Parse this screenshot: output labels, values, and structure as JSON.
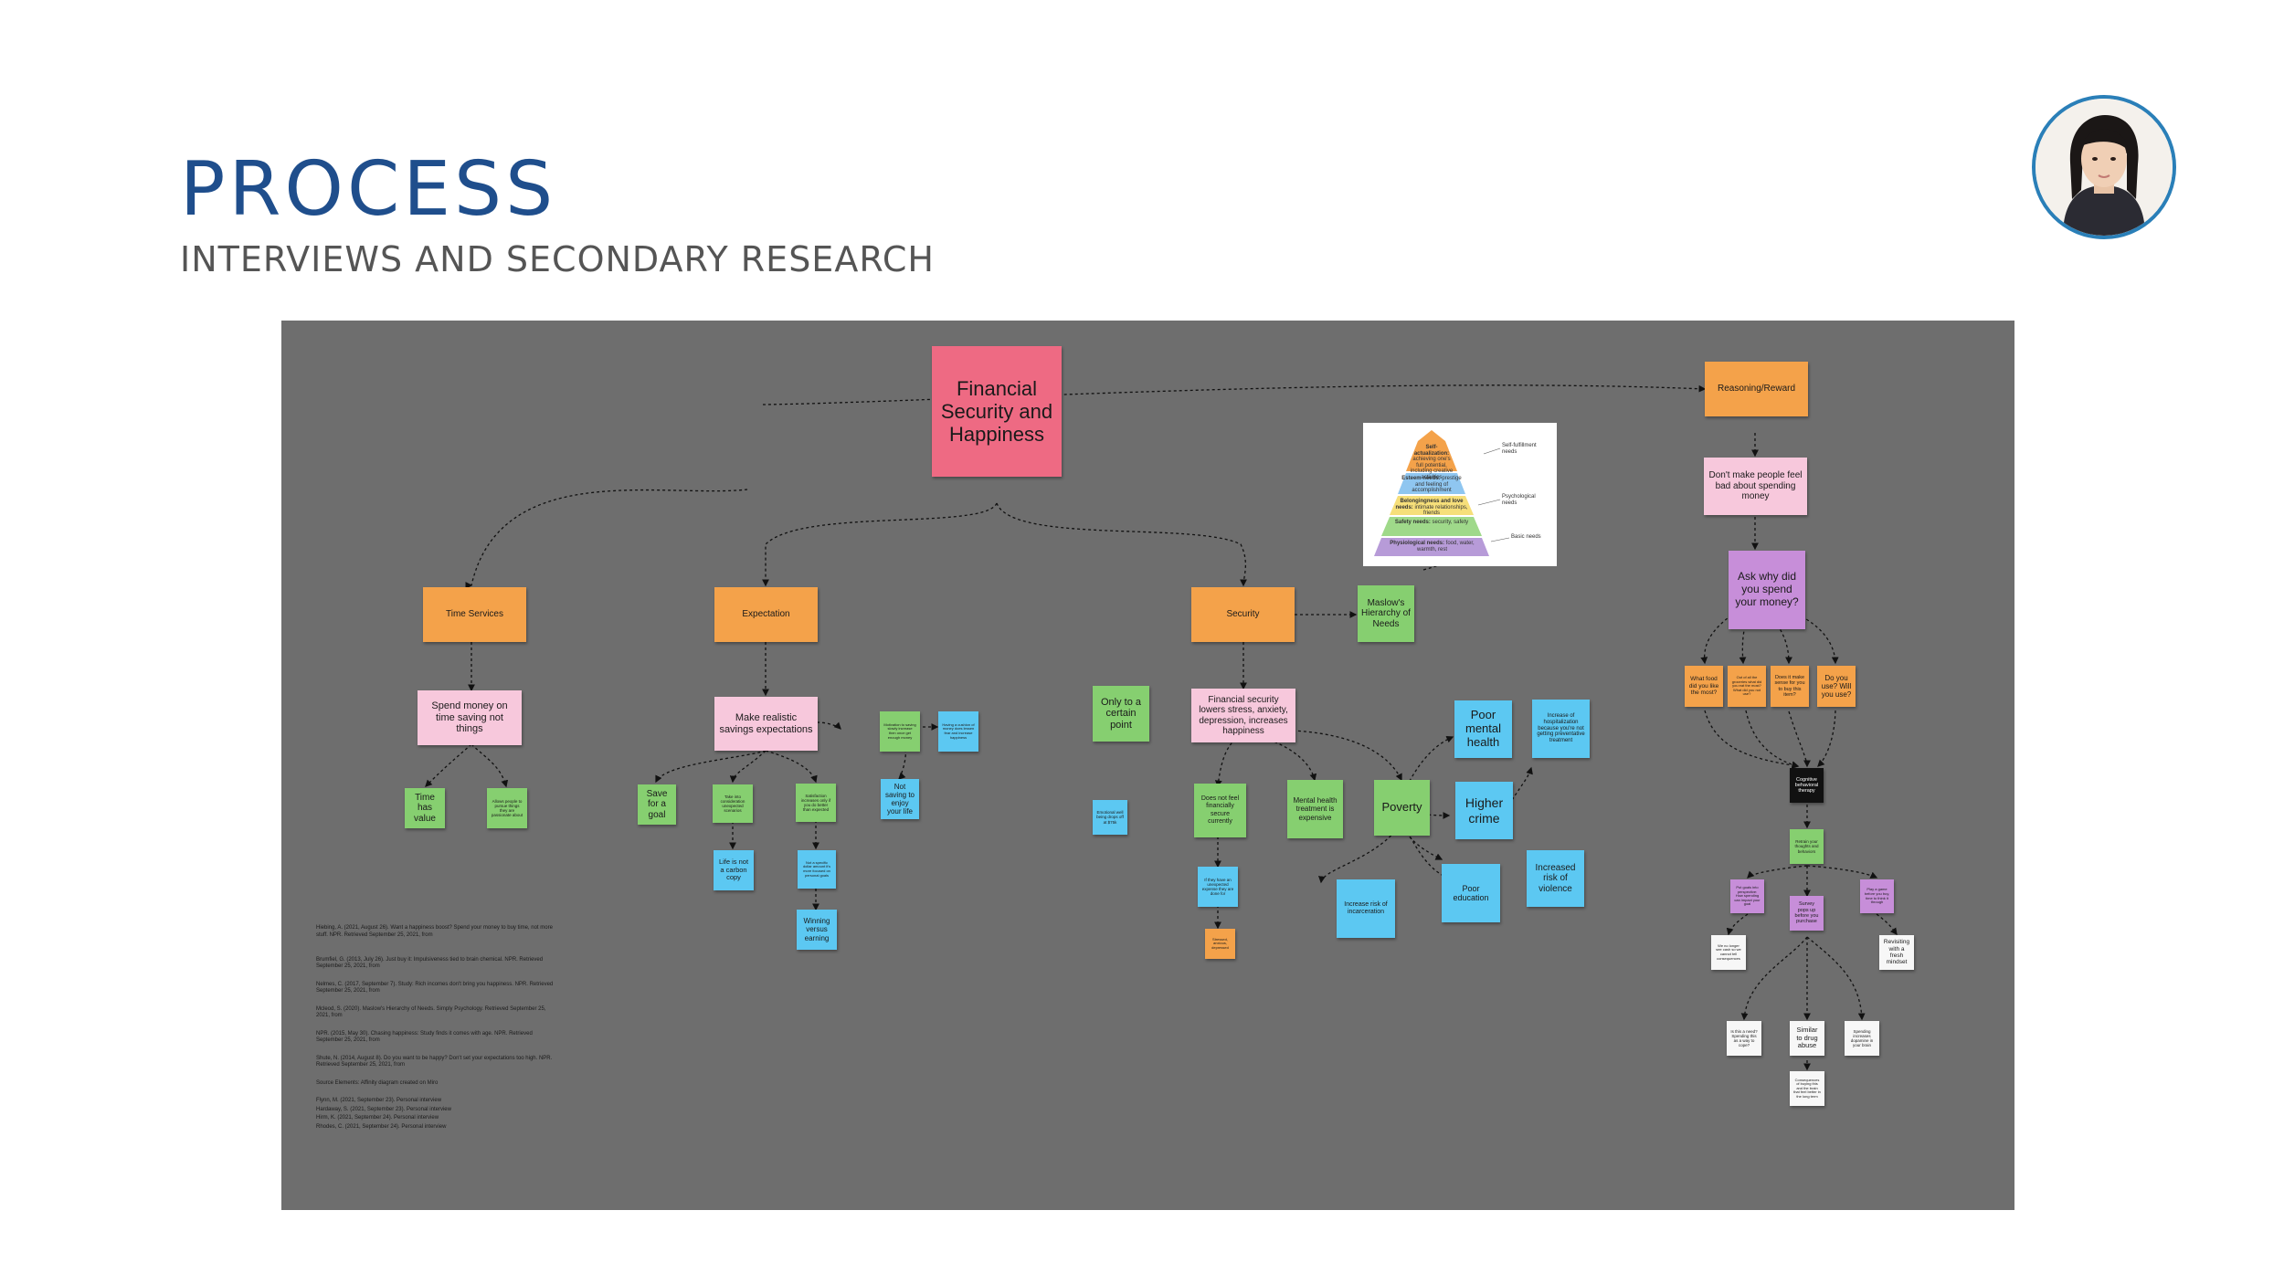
{
  "page": {
    "title": "PROCESS",
    "subtitle": "INTERVIEWS AND SECONDARY RESEARCH"
  },
  "colors": {
    "title": "#1f4e8c",
    "board": "#6e6e6e",
    "orange": "#f4a24a",
    "pink": "#f7c8dc",
    "green": "#86cf70",
    "blue": "#5cc8f2",
    "purple": "#c78ed9",
    "red": "#ee6a83"
  },
  "notes": {
    "central": "Financial Security and Happiness",
    "time_services": "Time Services",
    "expectation": "Expectation",
    "security": "Security",
    "reasoning": "Reasoning/Reward",
    "spend_time": "Spend money on time saving not things",
    "time_value": "Time has value",
    "allows_people": "Allows people to pursue things they are passionate about",
    "make_realistic": "Make realistic savings expectations",
    "motivation": "Motivation to saving slowly increase then once get enough money",
    "having_cushion": "Having a cushion of money does lessen fear and increase happiness",
    "save_goal": "Save for a goal",
    "take_consideration": "Take into consideration unexpected scenarios",
    "satisfaction": "Satisfaction increases only if you do better than expected",
    "not_saving": "Not saving to enjoy your life",
    "life_carbon": "Life is not a carbon copy",
    "not_specific": "Not a specific dollar amount it's more focused on personal goals",
    "winning_earning": "Winning versus earning",
    "only_certain": "Only to a certain point",
    "emotional": "Emotional well being drops off at $75k",
    "fin_security_lowers": "Financial security lowers stress, anxiety, depression, increases happiness",
    "maslow": "Maslow's Hierarchy of Needs",
    "does_not_feel": "Does not feel financially secure currently",
    "mental_treatment": "Mental health treatment is expensive",
    "poverty": "Poverty",
    "poor_mental": "Poor mental health",
    "increase_hosp": "Increase of hospitalization because you're not getting preventative treatment",
    "higher_crime": "Higher crime",
    "if_they_have": "If they have an unexpected expense they are done for",
    "stressed": "Stressed, anxious, depressed",
    "increase_incarceration": "Increase risk of incarceration",
    "poor_education": "Poor education",
    "increased_violence": "Increased risk of violence",
    "dont_make": "Don't make people feel bad about spending money",
    "ask_why": "Ask why did you spend your money?",
    "what_food": "What food did you like the most?",
    "out_of_all": "Out of all the groceries what did you eat the most? What did you not use?",
    "does_it_make": "Does it make sense for you to buy this item?",
    "do_you_use": "Do you use? Will you use?",
    "cbt": "Cognitive behavioral therapy",
    "retrain": "Retrain your thoughts and behaviors",
    "put_goals": "Put goals into perspective: How spending can impact your goal",
    "survey": "Survey pops up before you purchase",
    "play_game": "Play a game before you buy, time to think it through",
    "we_no_longer": "We no longer see cash so we cannot tell consequences",
    "revisiting": "Revisiting with a fresh mindset",
    "is_this_need": "Is this a need? Spending this as a way to cope?",
    "similar_drug": "Similar to drug abuse",
    "spending_dopamine": "Spending increases dopamine in your brain",
    "consequences": "Consequences of buying this and the brain that feel better in the long term"
  },
  "pyramid": {
    "levels": [
      {
        "name": "Self-actualization:",
        "desc": "achieving one's full potential, including creative activities",
        "color": "#f4a24a"
      },
      {
        "name": "Esteem needs:",
        "desc": "prestige and feeling of accomplishment",
        "color": "#8fc6f0"
      },
      {
        "name": "Belongingness and love needs:",
        "desc": "intimate relationships, friends",
        "color": "#f6df7a"
      },
      {
        "name": "Safety needs:",
        "desc": "security, safety",
        "color": "#9fd98a"
      },
      {
        "name": "Physiological needs:",
        "desc": "food, water, warmth, rest",
        "color": "#b79bd8"
      }
    ],
    "labels": [
      "Self-fulfillment needs",
      "Psychological needs",
      "Basic needs"
    ]
  },
  "references": [
    "Hiebing, A. (2021, August 26). Want a happiness boost? Spend your money to buy time, not more stuff. NPR. Retrieved September 25, 2021, from",
    "Brumfiel, G. (2013, July 26). Just buy it: Impulsiveness tied to brain chemical. NPR. Retrieved September 25, 2021, from",
    "Nelmes, C. (2017, September 7). Study: Rich incomes don't bring you happiness. NPR. Retrieved September 25, 2021, from",
    "Mcleod, S. (2020). Maslow's Hierarchy of Needs. Simply Psychology. Retrieved September 25, 2021, from",
    "NPR. (2015, May 30). Chasing happiness: Study finds it comes with age. NPR. Retrieved September 25, 2021, from",
    "Shute, N. (2014, August 8). Do you want to be happy? Don't set your expectations too high. NPR. Retrieved September 25, 2021, from",
    "Source Elements: Affinity diagram created on Miro",
    "Flynn, M. (2021, September 23). Personal interview",
    "Hardaway, S. (2021, September 23). Personal interview",
    "Hirm, K. (2021, September 24). Personal interview",
    "Rhodes, C. (2021, September 24). Personal interview"
  ]
}
